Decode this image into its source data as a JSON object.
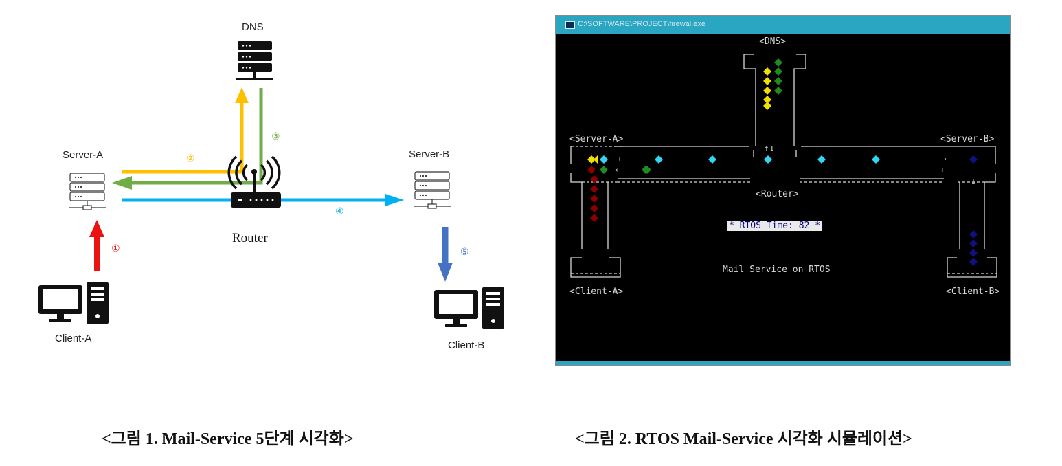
{
  "figure1": {
    "labels": {
      "dns": "DNS",
      "server_a": "Server-A",
      "server_b": "Server-B",
      "router": "Router",
      "client_a": "Client-A",
      "client_b": "Client-B"
    },
    "steps": [
      "①",
      "②",
      "③",
      "④",
      "⑤"
    ],
    "colors": {
      "step1": "#ee1111",
      "step2": "#ffc000",
      "step3": "#70ad47",
      "step4": "#00b0f0",
      "step5": "#4472c4"
    },
    "caption": "<그림 1. Mail-Service 5단계 시각화>"
  },
  "figure2": {
    "window_title": "C:\\SOFTWARE\\PROJECT\\firewal.exe",
    "labels": {
      "dns": "<DNS>",
      "server_a": "<Server-A>",
      "server_b": "<Server-B>",
      "router": "<Router>",
      "client_a": "<Client-A>",
      "client_b": "<Client-B>"
    },
    "arrows": {
      "router_updown": "↑↓",
      "a_right": "→",
      "a_left": "←",
      "b_right": "→",
      "b_left": "←",
      "b_down": "↓"
    },
    "rtos_time": "* RTOS Time: 82 *",
    "service_text": "Mail Service on RTOS",
    "colors": {
      "yellow": "#f0e000",
      "green": "#1e8c1e",
      "cyan": "#33d6f2",
      "darkred": "#8b0000",
      "navy": "#101080"
    },
    "caption": "<그림 2. RTOS Mail-Service 시각화 시뮬레이션>"
  }
}
